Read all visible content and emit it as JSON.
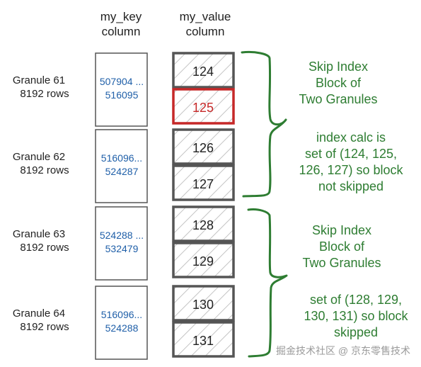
{
  "headers": {
    "key": [
      "my_key",
      "column"
    ],
    "value": [
      "my_value",
      "column"
    ]
  },
  "granules": [
    {
      "name": "Granule 61",
      "rows": "8192 rows",
      "key_range": [
        "507904 ...",
        "516095"
      ],
      "values": [
        "124",
        "125"
      ],
      "highlight_index": 1
    },
    {
      "name": "Granule 62",
      "rows": "8192 rows",
      "key_range": [
        "516096...",
        "524287"
      ],
      "values": [
        "126",
        "127"
      ],
      "highlight_index": -1
    },
    {
      "name": "Granule 63",
      "rows": "8192 rows",
      "key_range": [
        "524288 ...",
        "532479"
      ],
      "values": [
        "128",
        "129"
      ],
      "highlight_index": -1
    },
    {
      "name": "Granule 64",
      "rows": "8192 rows",
      "key_range": [
        "516096...",
        "524288"
      ],
      "values": [
        "130",
        "131"
      ],
      "highlight_index": -1
    }
  ],
  "annotations": [
    {
      "lines": [
        "Skip Index",
        "Block of",
        "Two Granules"
      ]
    },
    {
      "lines": [
        "index calc is",
        "set of (124, 125,",
        "126, 127) so block",
        "not skipped"
      ]
    },
    {
      "lines": [
        "Skip Index",
        "Block of",
        "Two Granules"
      ]
    },
    {
      "lines": [
        "set of (128, 129,",
        "130, 131) so block",
        "skipped"
      ]
    }
  ],
  "watermark": "掘金技术社区 @ 京东零售技术",
  "colors": {
    "key_text": "#1f5fa8",
    "highlight": "#c62828",
    "annotation": "#2e7d32",
    "ink": "#222222",
    "hatch": "#c4c4c4",
    "box_stroke": "#555555",
    "watermark": "#9a9a9a"
  }
}
